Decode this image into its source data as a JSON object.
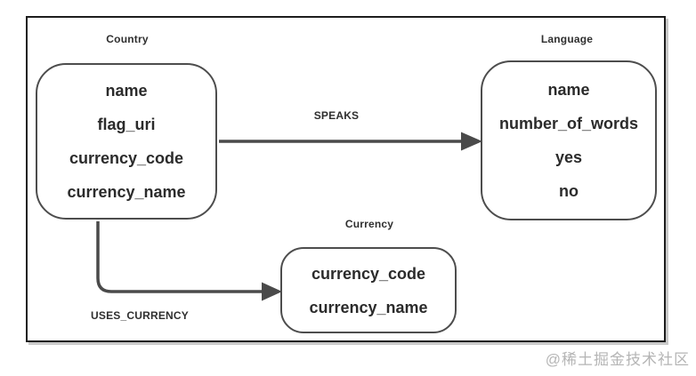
{
  "diagram": {
    "type": "graph-data-model",
    "nodes": [
      {
        "id": "country",
        "label": "Country",
        "attributes": [
          "name",
          "flag_uri",
          "currency_code",
          "currency_name"
        ]
      },
      {
        "id": "language",
        "label": "Language",
        "attributes": [
          "name",
          "number_of_words",
          "yes",
          "no"
        ]
      },
      {
        "id": "currency",
        "label": "Currency",
        "attributes": [
          "currency_code",
          "currency_name"
        ]
      }
    ],
    "edges": [
      {
        "from": "Country",
        "to": "Language",
        "label": "SPEAKS"
      },
      {
        "from": "Country",
        "to": "Currency",
        "label": "USES_CURRENCY"
      }
    ],
    "colors": {
      "node_border": "#4d4d4d",
      "edge_stroke": "#4a4a4a",
      "attribute_text": "#2b2b2b",
      "label_text": "#2f2f2f",
      "outer_border": "#1d1d1d",
      "background": "#ffffff",
      "watermark_text": "#b5b5b5"
    }
  },
  "watermark": {
    "text": "@稀土掘金技术社区"
  }
}
